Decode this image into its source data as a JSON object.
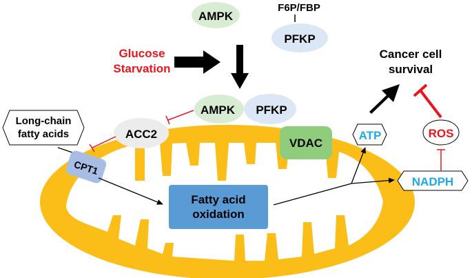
{
  "top": {
    "ampk": "AMPK",
    "f6p": "F6P/FBP",
    "pfkp": "PFKP"
  },
  "glucose": {
    "line1": "Glucose",
    "line2": "Starvation",
    "color": "#e8161b"
  },
  "complex": {
    "ampk": "AMPK",
    "pfkp": "PFKP"
  },
  "mito": {
    "acc2": "ACC2",
    "vdac": "VDAC",
    "cpt1": "CPT1",
    "fao_line1": "Fatty acid",
    "fao_line2": "oxidation",
    "outer_color": "#fbbd17",
    "fao_color": "#5b9bd5",
    "vdac_color": "#8fcc7c"
  },
  "lcfa": {
    "line1": "Long-chain",
    "line2": "fatty acids"
  },
  "outputs": {
    "atp": "ATP",
    "nadph": "NADPH",
    "ros": "ROS",
    "survival_line1": "Cancer cell",
    "survival_line2": "survival",
    "blue": "#1eaae8",
    "red": "#e8161b"
  }
}
